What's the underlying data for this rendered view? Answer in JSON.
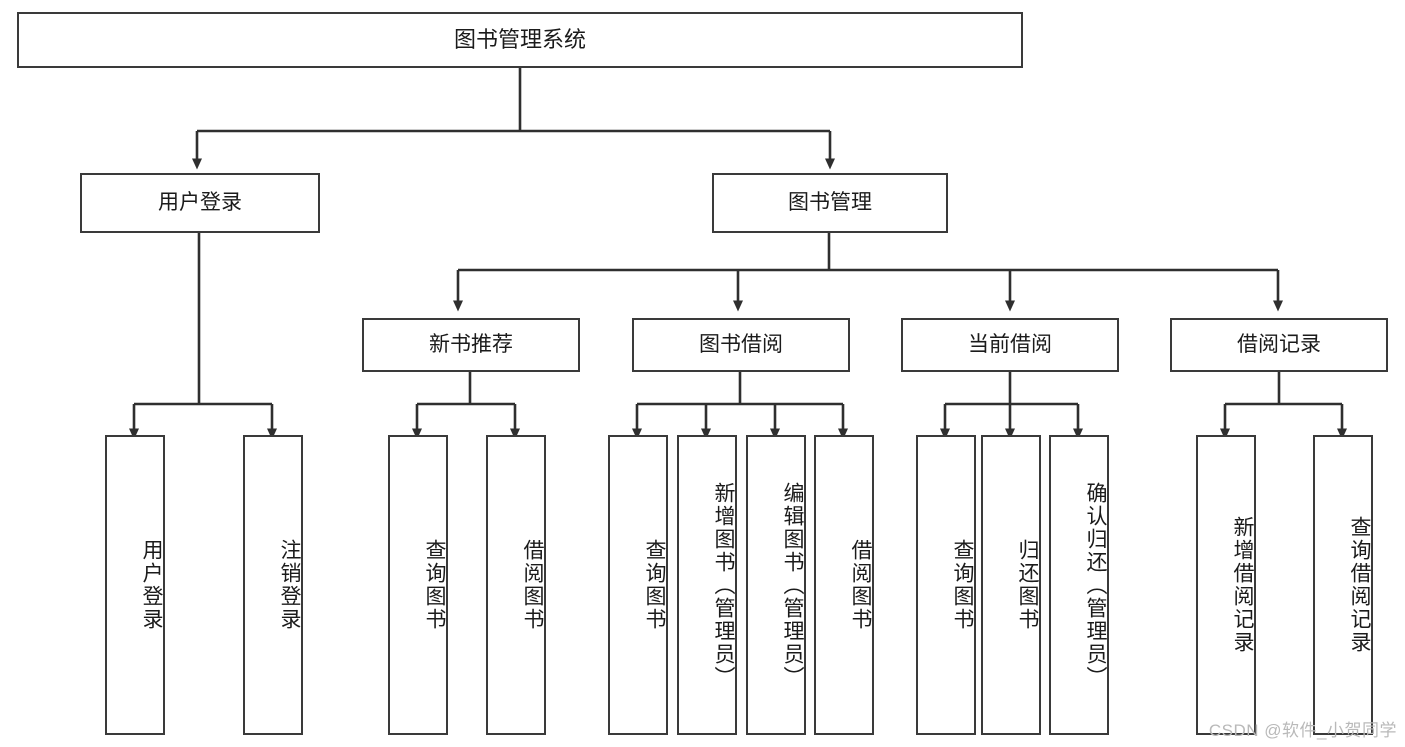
{
  "diagram": {
    "title": "图书管理系统",
    "watermark": "CSDN @软件_小贺同学",
    "colors": {
      "box_border": "#3a3a3a",
      "box_fill": "#ffffff",
      "line": "#2f2f2f",
      "text": "#1b1b1b",
      "watermark": "#b9b9b9",
      "background": "#ffffff"
    },
    "root": {
      "label": "图书管理系统"
    },
    "level1": [
      {
        "label": "用户登录"
      },
      {
        "label": "图书管理"
      }
    ],
    "level2": [
      {
        "label": "新书推荐"
      },
      {
        "label": "图书借阅"
      },
      {
        "label": "当前借阅"
      },
      {
        "label": "借阅记录"
      }
    ],
    "leaves": {
      "user_login": [
        {
          "label": "用户登录"
        },
        {
          "label": "注销登录"
        }
      ],
      "new_book_recommend": [
        {
          "label": "查询图书"
        },
        {
          "label": "借阅图书"
        }
      ],
      "book_borrow": [
        {
          "label": "查询图书"
        },
        {
          "label": "新增图书（管理员）"
        },
        {
          "label": "编辑图书（管理员）"
        },
        {
          "label": "借阅图书"
        }
      ],
      "current_borrow": [
        {
          "label": "查询图书"
        },
        {
          "label": "归还图书"
        },
        {
          "label": "确认归还（管理员）"
        }
      ],
      "borrow_record": [
        {
          "label": "新增借阅记录"
        },
        {
          "label": "查询借阅记录"
        }
      ]
    }
  }
}
